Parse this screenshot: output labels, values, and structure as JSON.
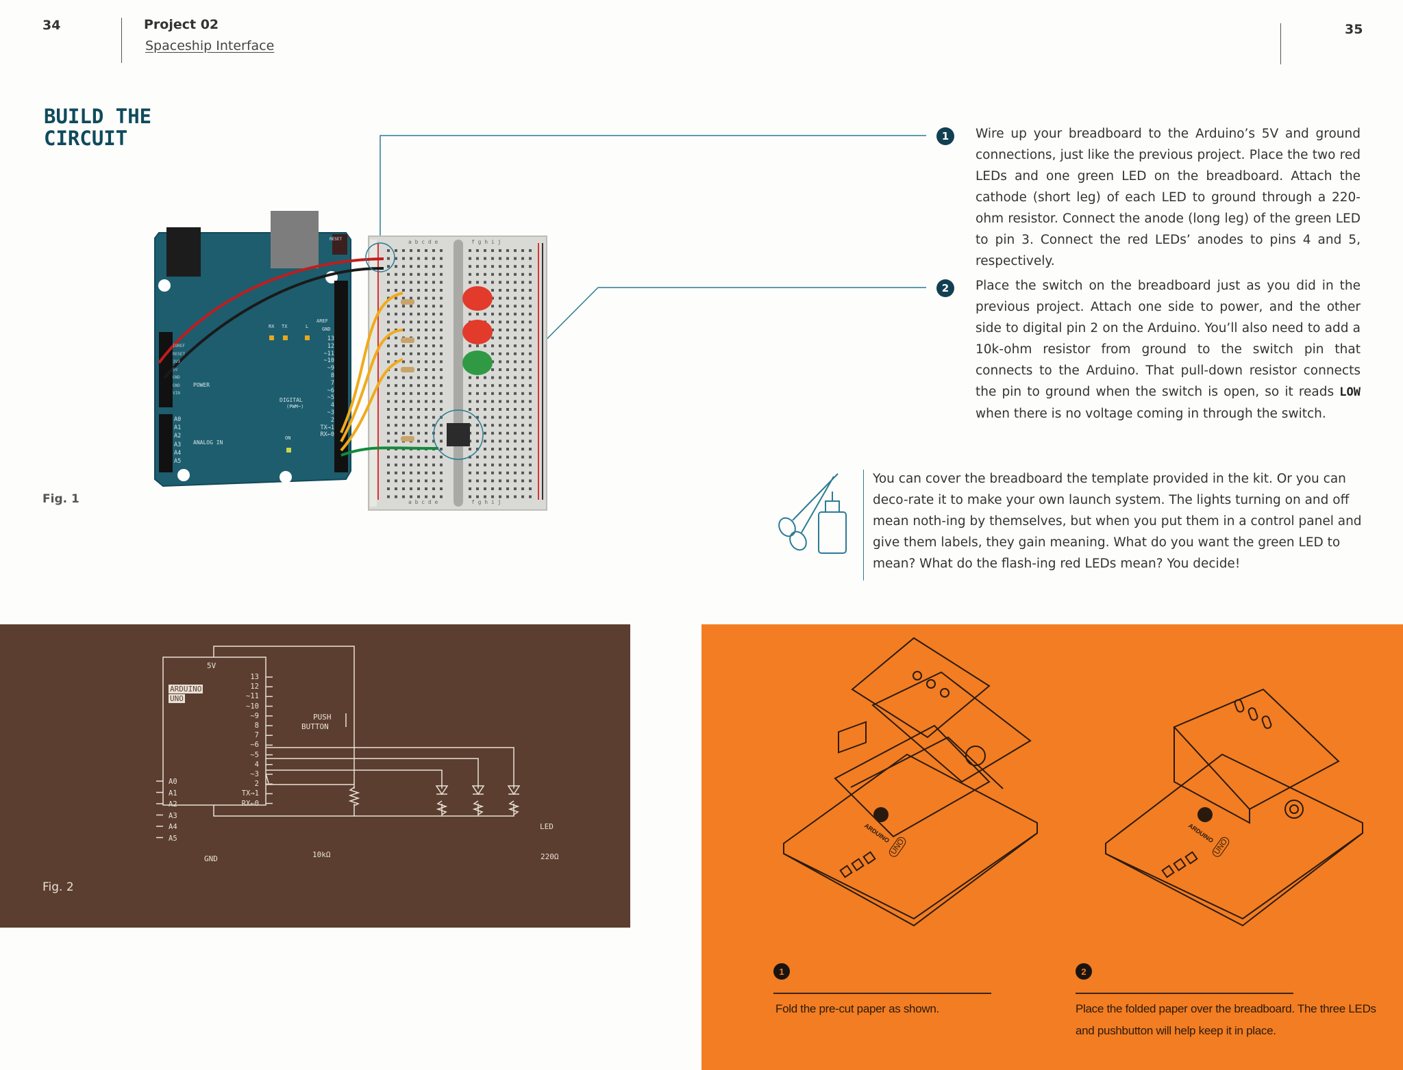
{
  "header": {
    "left_page_number": "34",
    "project": "Project 02",
    "subtitle": "Spaceship Interface",
    "right_page_number": "35"
  },
  "heading": "BUILD THE\nCIRCUIT",
  "steps": [
    {
      "number": "1",
      "text": "Wire up your breadboard to the Arduino’s 5V and ground connections, just like the previous project. Place the two red LEDs and one green LED on the breadboard. Attach the cathode (short leg) of each LED to ground through a 220-ohm resistor. Connect the anode (long leg) of the green LED to pin 3. Connect the red LEDs’ anodes to pins 4 and 5, respectively."
    },
    {
      "number": "2",
      "text_before": "Place the switch on the breadboard just as you did in the previous project. Attach one side to power, and the other side to digital pin 2 on the Arduino. You’ll also need to add a 10k-ohm resistor from ground to the switch pin that connects to the Arduino. That pull-down resistor connects the pin to ground when the switch is open, so it reads ",
      "code": "LOW",
      "text_after": " when there is no voltage coming in through the switch."
    }
  ],
  "note": "You can cover the breadboard the template provided in the kit. Or you can deco-rate it to make your own launch system. The lights turning on and off mean noth-ing by themselves, but when you put them in a control panel and give them labels, they gain meaning. What do you want the green LED to mean? What do the flash-ing red LEDs mean? You decide!",
  "fig1_label": "Fig. 1",
  "fig2_label": "Fig. 2",
  "board": {
    "reset": "RESET",
    "aref": "AREF",
    "gnd": "GND",
    "digital": "DIGITAL",
    "pwm": "(PWM~)",
    "power": "POWER",
    "analog_in": "ANALOG IN",
    "on": "ON",
    "rx": "RX",
    "tx": "TX",
    "l": "L",
    "power_pins": [
      "IOREF",
      "RESET",
      "3V3",
      "5V",
      "GND",
      "GND",
      "VIN"
    ],
    "analog_pins": [
      "A0",
      "A1",
      "A2",
      "A3",
      "A4",
      "A5"
    ],
    "digital_pins": [
      "13",
      "12",
      "~11",
      "~10",
      "~9",
      "8",
      "7",
      "~6",
      "~5",
      "4",
      "~3",
      "2",
      "TX→1",
      "RX←0"
    ],
    "breadboard_cols_left": "a b c d e",
    "breadboard_cols_right": "f g h i j"
  },
  "schematic": {
    "v5": "5V",
    "arduino": "ARDUINO",
    "uno": "UNO",
    "digital_pins": [
      "13",
      "12",
      "~11",
      "~10",
      "~9",
      "8",
      "7",
      "~6",
      "~5",
      "4",
      "~3",
      "2",
      "TX→1",
      "RX←0"
    ],
    "analog_pins": [
      "A0",
      "A1",
      "A2",
      "A3",
      "A4",
      "A5"
    ],
    "gnd": "GND",
    "push": "PUSH",
    "button": "BUTTON",
    "resistor": "10kΩ",
    "led": "LED",
    "led_resistor": "220Ω"
  },
  "orange": {
    "step1_number": "1",
    "step1_text": "Fold the pre-cut paper as shown.",
    "step2_number": "2",
    "step2_text": "Place the folded paper over the breadboard. The three LEDs and pushbutton will help keep it in place.",
    "arduino_logo": "ARDUINO",
    "uno_logo": "UNO"
  },
  "colors": {
    "heading": "#0f4a5c",
    "board": "#1d5d6e",
    "schematic_bg": "#5b3e2f",
    "orange_bg": "#f27d22",
    "callout_line": "#2b7b94"
  }
}
